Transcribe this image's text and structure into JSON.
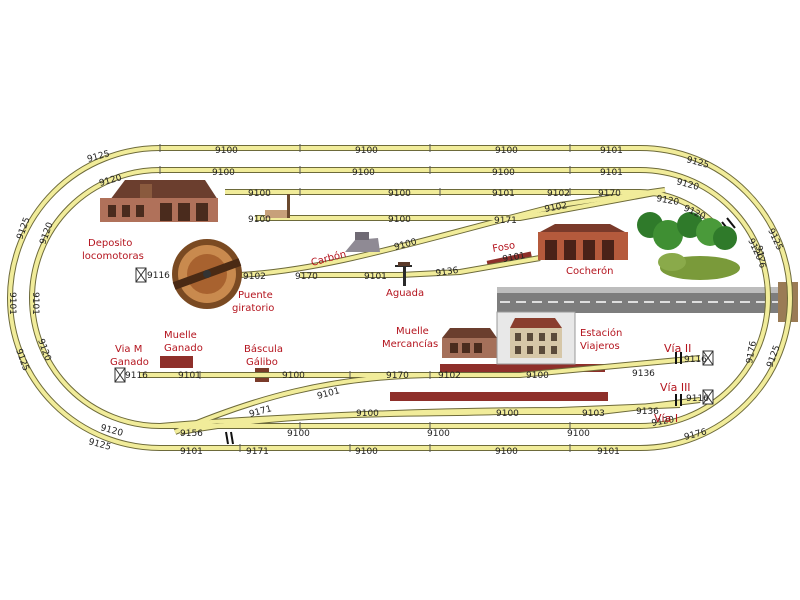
{
  "labels": {
    "deposito": "Deposito",
    "locomotoras": "locomotoras",
    "carbon": "Carbón",
    "foso": "Foso",
    "cocheron": "Cocherón",
    "puente": "Puente",
    "giratorio": "giratorio",
    "aguada": "Aguada",
    "muelle_merc_1": "Muelle",
    "muelle_merc_2": "Mercancías",
    "estacion_1": "Estación",
    "estacion_2": "Viajeros",
    "via_m_1": "Via M",
    "via_m_2": "Ganado",
    "muelle_gan_1": "Muelle",
    "muelle_gan_2": "Ganado",
    "bascula_1": "Báscula",
    "bascula_2": "Gálibo",
    "via_2": "Vía II",
    "via_3": "Vía III",
    "via_1": "Vía I"
  },
  "codes": {
    "c1": "9100",
    "c2": "9100",
    "c3": "9100",
    "c4": "9101",
    "c5": "9125",
    "c6": "9125",
    "c7": "9100",
    "c8": "9100",
    "c9": "9100",
    "c10": "9101",
    "c11": "9120",
    "c12": "9120",
    "c13": "9100",
    "c14": "9100",
    "c15": "9101",
    "c16": "9102",
    "c17": "9170",
    "c18": "9120",
    "c19": "9120",
    "c20": "9100",
    "c21": "9100",
    "c22": "9171",
    "c23": "9102",
    "c24": "9100",
    "c25": "9101",
    "c26": "9116",
    "c27": "9102",
    "c28": "9170",
    "c29": "9101",
    "c30": "9136",
    "c31": "9116",
    "c32": "9101",
    "c33": "9100",
    "c34": "9170",
    "c35": "9102",
    "c36": "9100",
    "c37": "9136",
    "c38": "9116",
    "c39": "9101",
    "c40": "9136",
    "c41": "9116",
    "c42": "9171",
    "c43": "9100",
    "c44": "9100",
    "c45": "9103",
    "c46": "9120",
    "c47": "9120",
    "c48": "9156",
    "c49": "9100",
    "c50": "9100",
    "c51": "9100",
    "c52": "9100",
    "c53": "9125",
    "c54": "9101",
    "c55": "9171",
    "c56": "9100",
    "c57": "9100",
    "c58": "9101",
    "c59": "9176",
    "c60": "9125",
    "c61": "9120",
    "c62": "9101",
    "c63": "9101",
    "c64": "9120",
    "c65": "9125",
    "c66": "9125",
    "c67": "9120",
    "c68": "9176",
    "c69": "9125",
    "c70": "9176"
  }
}
